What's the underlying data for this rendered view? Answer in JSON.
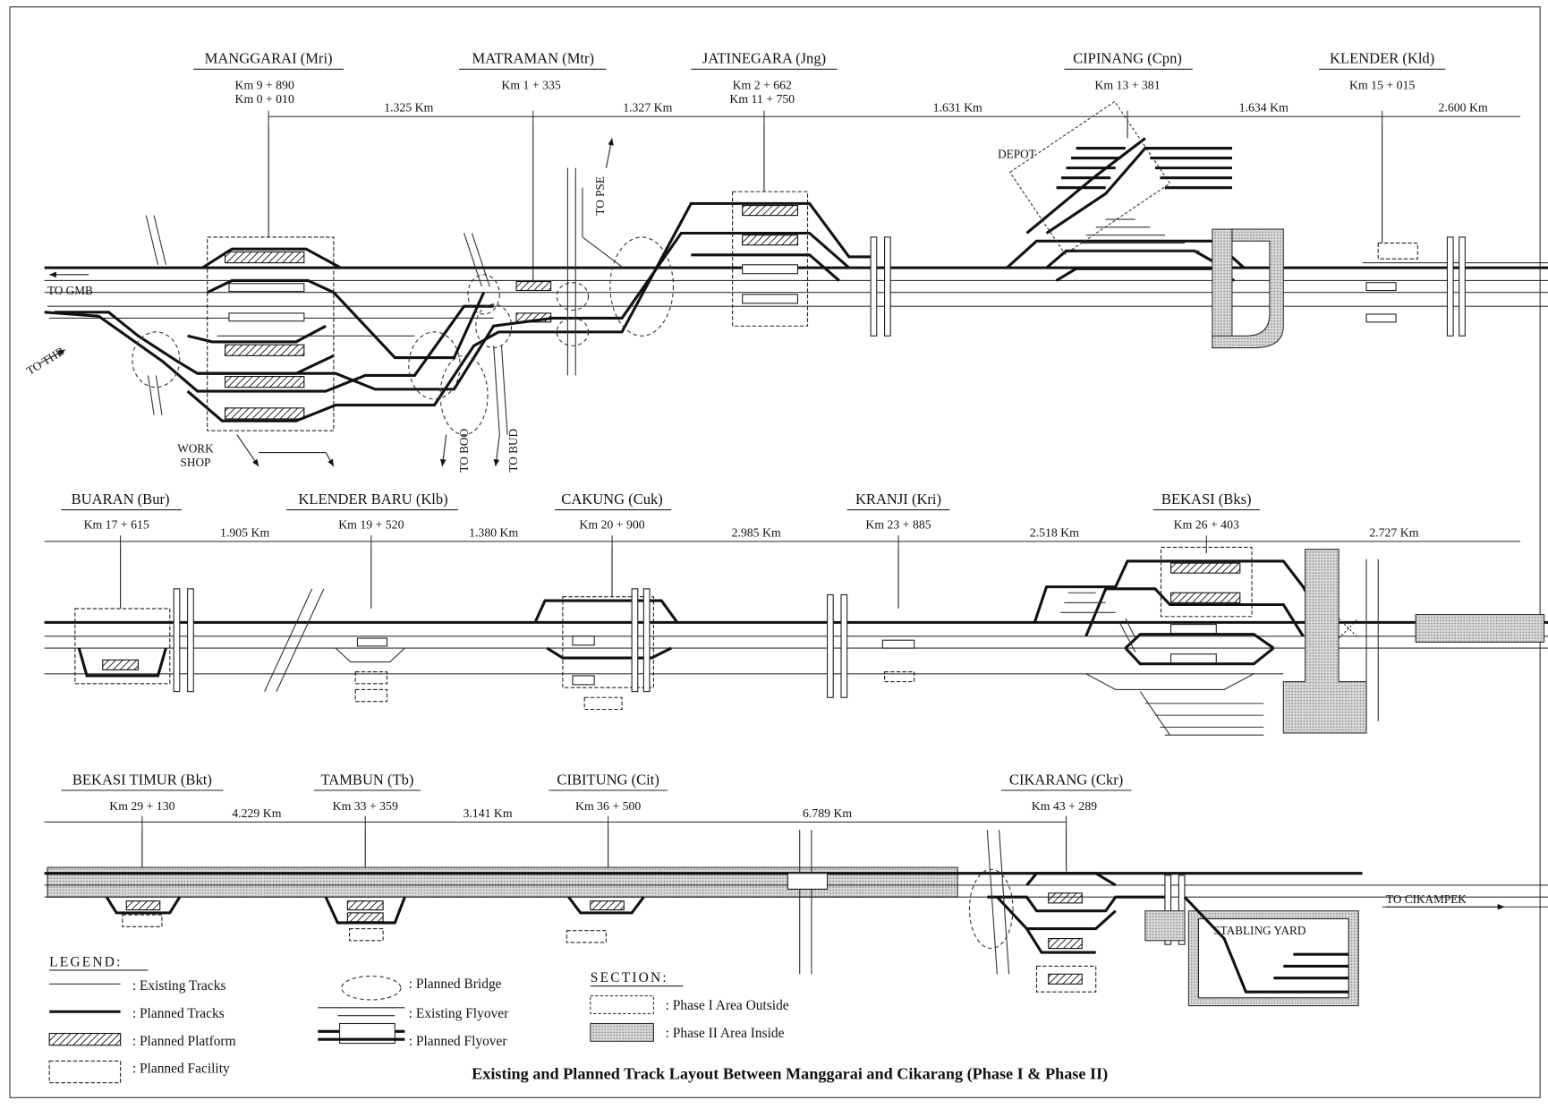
{
  "diagram": {
    "title": "Existing and Planned Track Layout Between  Manggarai and Cikarang (Phase I & Phase II)",
    "rows": [
      {
        "stations": [
          {
            "name": "MANGGARAI (Mri)",
            "km": [
              "Km 9 + 890",
              "Km 0 + 010"
            ]
          },
          {
            "name": "MATRAMAN (Mtr)",
            "km": [
              "Km 1 + 335"
            ]
          },
          {
            "name": "JATINEGARA (Jng)",
            "km": [
              "Km  2 + 662",
              "Km 11 + 750"
            ]
          },
          {
            "name": "CIPINANG (Cpn)",
            "km": [
              "Km 13 + 381"
            ]
          },
          {
            "name": "KLENDER (Kld)",
            "km": [
              "Km 15 + 015"
            ]
          }
        ],
        "distances": [
          "1.325 Km",
          "1.327 Km",
          "1.631 Km",
          "1.634 Km",
          "2.600 Km"
        ]
      },
      {
        "stations": [
          {
            "name": "BUARAN (Bur)",
            "km": [
              "Km 17 + 615"
            ]
          },
          {
            "name": "KLENDER BARU (Klb)",
            "km": [
              "Km 19 + 520"
            ]
          },
          {
            "name": "CAKUNG (Cuk)",
            "km": [
              "Km 20 + 900"
            ]
          },
          {
            "name": "KRANJI (Kri)",
            "km": [
              "Km 23 + 885"
            ]
          },
          {
            "name": "BEKASI (Bks)",
            "km": [
              "Km 26 + 403"
            ]
          }
        ],
        "distances": [
          "1.905 Km",
          "1.380 Km",
          "2.985 Km",
          "2.518 Km",
          "2.727 Km"
        ]
      },
      {
        "stations": [
          {
            "name": "BEKASI TIMUR (Bkt)",
            "km": [
              "Km 29 + 130"
            ]
          },
          {
            "name": "TAMBUN (Tb)",
            "km": [
              "Km 33 + 359"
            ]
          },
          {
            "name": "CIBITUNG (Cit)",
            "km": [
              "Km 36 + 500"
            ]
          },
          {
            "name": "CIKARANG (Ckr)",
            "km": [
              "Km 43 + 289"
            ]
          }
        ],
        "distances": [
          "4.229 Km",
          "3.141 Km",
          "6.789 Km"
        ]
      }
    ],
    "labels": {
      "to_gmb": "TO GMB",
      "to_thb": "TO THB",
      "to_pse": "TO PSE",
      "to_boo": "TO BOO",
      "to_bud": "TO BUD",
      "workshop_1": "WORK",
      "workshop_2": "SHOP",
      "depot": "DEPOT",
      "to_cikampek": "TO CIKAMPEK",
      "stabling_yard": "STABLING YARD"
    },
    "legend": {
      "heading": "LEGEND:",
      "items": [
        ": Existing Tracks",
        ": Planned Tracks",
        ": Planned Platform",
        ": Planned Facility",
        ": Planned Bridge",
        ": Existing Flyover",
        ": Planned Flyover"
      ]
    },
    "section": {
      "heading": "SECTION:",
      "items": [
        ": Phase I Area Outside",
        ": Phase II Area Inside"
      ]
    }
  }
}
